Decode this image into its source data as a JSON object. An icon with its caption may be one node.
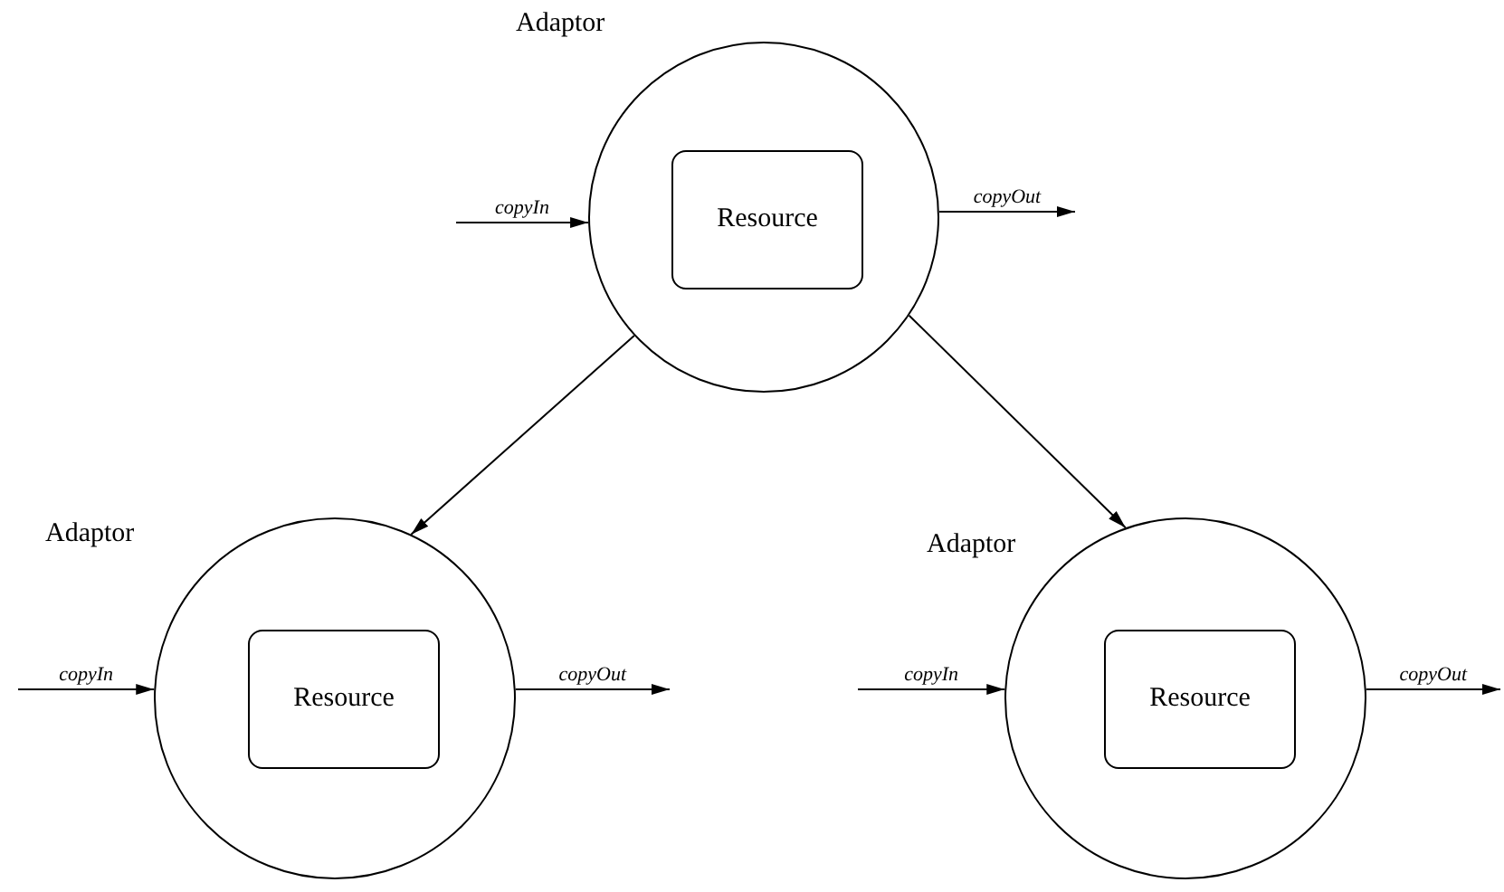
{
  "diagram": {
    "nodes": [
      {
        "text": [
          "Adaptor"
        ]
      },
      {
        "text": [
          "Resource"
        ],
        "in": 0
      },
      {
        "text": [
          "Adaptor"
        ]
      },
      {
        "text": [
          "Resource"
        ],
        "in": 2
      },
      {
        "text": [
          "Adaptor"
        ]
      },
      {
        "text": [
          "Resource"
        ],
        "in": 4
      }
    ],
    "edges": [
      {
        "from": null,
        "to": 0,
        "arrow": "to",
        "label": "copyIn"
      },
      {
        "from": 0,
        "to": null,
        "arrow": "to",
        "label": "copyOut"
      },
      {
        "from": 0,
        "to": 2,
        "arrow": "to"
      },
      {
        "from": 0,
        "to": 4,
        "arrow": "to"
      },
      {
        "from": null,
        "to": 2,
        "arrow": "to",
        "label": "copyIn"
      },
      {
        "from": 2,
        "to": null,
        "arrow": "to",
        "label": "copyOut"
      },
      {
        "from": null,
        "to": 4,
        "arrow": "to",
        "label": "copyIn"
      },
      {
        "from": 4,
        "to": null,
        "arrow": "to",
        "label": "copyOut"
      }
    ]
  }
}
